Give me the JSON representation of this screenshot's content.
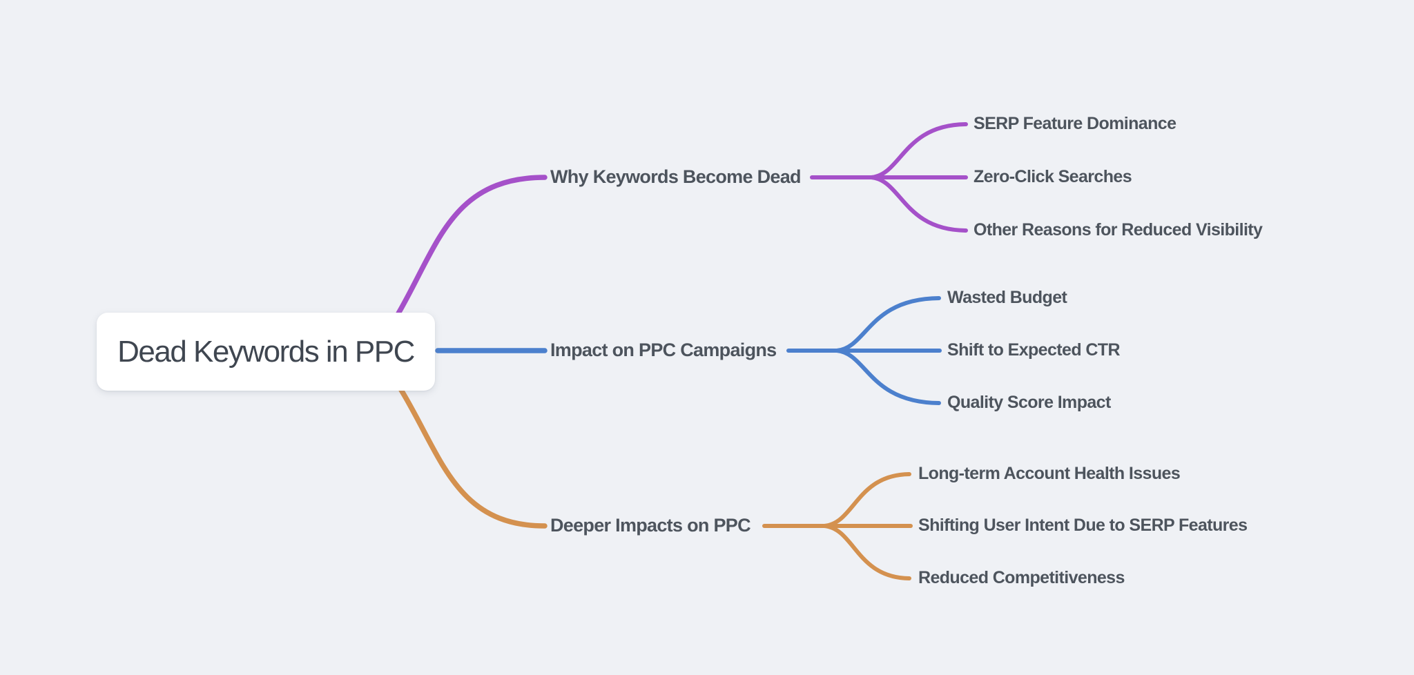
{
  "canvas": {
    "background": "#eff1f5"
  },
  "mindmap": {
    "root": {
      "label": "Dead Keywords in PPC",
      "card_background": "#ffffff",
      "text_color": "#3f4650"
    },
    "branches": [
      {
        "label": "Why Keywords Become Dead",
        "color": "#a551c9",
        "children": [
          "SERP Feature Dominance",
          "Zero-Click Searches",
          "Other Reasons for Reduced Visibility"
        ]
      },
      {
        "label": "Impact on PPC Campaigns",
        "color": "#4c80cd",
        "children": [
          "Wasted Budget",
          "Shift to Expected CTR",
          "Quality Score Impact"
        ]
      },
      {
        "label": "Deeper Impacts on PPC",
        "color": "#d4914f",
        "children": [
          "Long-term Account Health Issues",
          "Shifting User Intent Due to SERP Features",
          "Reduced Competitiveness"
        ]
      }
    ]
  }
}
